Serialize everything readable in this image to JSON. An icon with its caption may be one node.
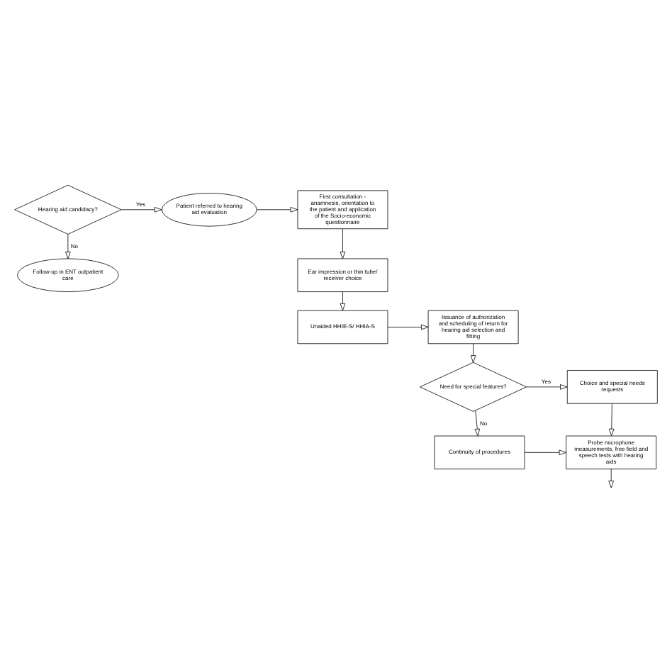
{
  "diagram": {
    "nodes": [
      {
        "text": [
          "Hearing aid candidacy?"
        ]
      },
      {
        "text": [
          "Patient referred to hearing aid evaluation"
        ]
      },
      {
        "text": [
          "First consultation - anamnesis, orientation to the patient and application of the Socio-economic questionnaire"
        ]
      },
      {
        "text": [
          "Follow-up in ENT outpatient care"
        ]
      },
      {
        "text": [
          "Ear impression or thin tube/ receiver choice"
        ]
      },
      {
        "text": [
          "Unaided HHIE-S/ HHIA-S"
        ]
      },
      {
        "text": [
          "Issuance of authorization and scheduling of return for hearing aid selection and fitting"
        ]
      },
      {
        "text": [
          "Need for special features?"
        ]
      },
      {
        "text": [
          "Choice and special needs requests"
        ]
      },
      {
        "text": [
          "Continuity of procedures"
        ]
      },
      {
        "text": [
          "Probe microphone measurements, free field and speech tests with hearing aids"
        ]
      }
    ],
    "edges": [
      {
        "from": 0,
        "to": 1,
        "arrow": "to",
        "label": "Yes"
      },
      {
        "from": 1,
        "to": 2,
        "arrow": "to"
      },
      {
        "from": 0,
        "to": 3,
        "arrow": "to",
        "label": "No"
      },
      {
        "from": 2,
        "to": 4,
        "arrow": "to"
      },
      {
        "from": 4,
        "to": 5,
        "arrow": "to"
      },
      {
        "from": 5,
        "to": 6,
        "arrow": "to"
      },
      {
        "from": 6,
        "to": 7,
        "arrow": "to"
      },
      {
        "from": 7,
        "to": 8,
        "arrow": "to",
        "label": "Yes"
      },
      {
        "from": 7,
        "to": 9,
        "arrow": "to",
        "label": "No"
      },
      {
        "from": 9,
        "to": 10,
        "arrow": "to"
      },
      {
        "from": 8,
        "to": 10,
        "arrow": "to"
      },
      {
        "from": 10,
        "to": null,
        "arrow": "to"
      }
    ]
  }
}
